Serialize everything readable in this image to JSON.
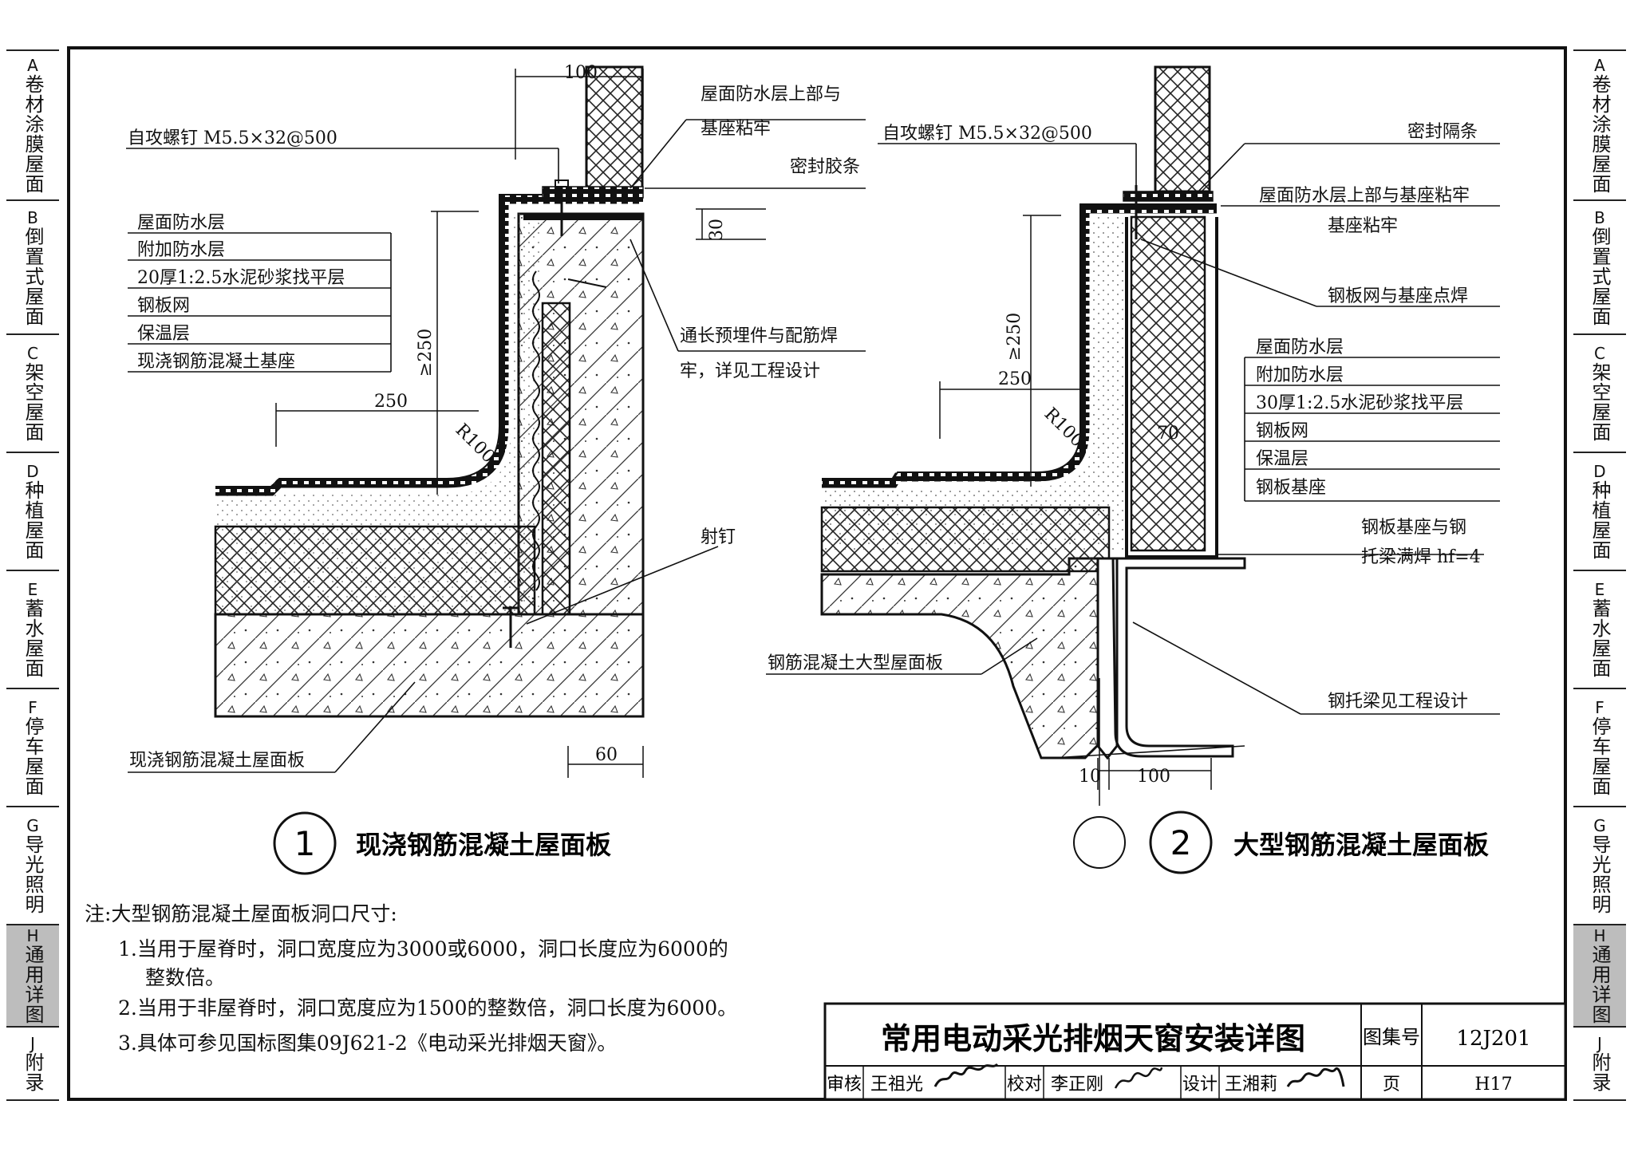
{
  "sidebar": {
    "items": [
      {
        "code": "A",
        "label": "卷材涂膜屋面"
      },
      {
        "code": "B",
        "label": "倒置式屋面"
      },
      {
        "code": "C",
        "label": "架空屋面"
      },
      {
        "code": "D",
        "label": "种植屋面"
      },
      {
        "code": "E",
        "label": "蓄水屋面"
      },
      {
        "code": "F",
        "label": "停车屋面"
      },
      {
        "code": "G",
        "label": "导光照明"
      },
      {
        "code": "H",
        "label": "通用详图"
      },
      {
        "code": "J",
        "label": "附录"
      }
    ],
    "active": "H"
  },
  "detail1": {
    "number": "1",
    "title": "现浇钢筋混凝土屋面板",
    "dims": {
      "d100": "100",
      "d30": "30",
      "d250": "250",
      "d250v": "≥250",
      "r100": "R100",
      "d60": "60"
    },
    "labels": {
      "screw": "自攻螺钉 M5.5×32@500",
      "top_a": "屋面防水层上部与",
      "top_b": "基座粘牢",
      "seal": "密封胶条",
      "embed_a": "通长预埋件与配筋焊",
      "embed_b": "牢，详见工程设计",
      "nail": "射钉",
      "slab": "现浇钢筋混凝土屋面板"
    },
    "layers": [
      "屋面防水层",
      "附加防水层",
      "20厚1:2.5水泥砂浆找平层",
      "钢板网",
      "保温层",
      "现浇钢筋混凝土基座"
    ]
  },
  "detail2": {
    "number": "2",
    "title": "大型钢筋混凝土屋面板",
    "dims": {
      "d250": "250",
      "d250v": "≥250",
      "r100": "R100",
      "d70": "70",
      "d10": "10",
      "d100": "100"
    },
    "labels": {
      "screw": "自攻螺钉 M5.5×32@500",
      "seal": "密封隔条",
      "top": "屋面防水层上部与基座粘牢",
      "bond": "基座粘牢",
      "mesh_weld": "钢板网与基座点焊",
      "weld_a": "钢板基座与钢",
      "weld_b": "托梁满焊 hf=4",
      "slab": "钢筋混凝土大型屋面板",
      "beam": "钢托梁见工程设计"
    },
    "layers": [
      "屋面防水层",
      "附加防水层",
      "30厚1:2.5水泥砂浆找平层",
      "钢板网",
      "保温层",
      "钢板基座"
    ]
  },
  "notes": {
    "title": "注:大型钢筋混凝土屋面板洞口尺寸:",
    "n1a": "1.当用于屋脊时，洞口宽度应为3000或6000，洞口长度应为6000的",
    "n1b": "整数倍。",
    "n2": "2.当用于非屋脊时，洞口宽度应为1500的整数倍，洞口长度为6000。",
    "n3": "3.具体可参见国标图集09J621-2《电动采光排烟天窗》。"
  },
  "titleblock": {
    "title": "常用电动采光排烟天窗安装详图",
    "atlas_label": "图集号",
    "atlas": "12J201",
    "page_label": "页",
    "page": "H17",
    "review_label": "审核",
    "reviewer": "王祖光",
    "check_label": "校对",
    "checker": "李正刚",
    "design_label": "设计",
    "designer": "王湘莉"
  }
}
